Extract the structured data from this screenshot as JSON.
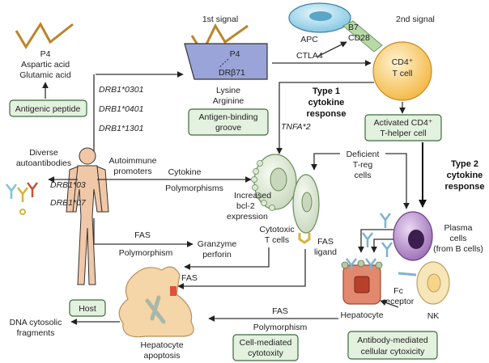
{
  "labels": {
    "p4_left": "P4",
    "aspartic": "Aspartic acid",
    "glutamic": "Glutamic acid",
    "first_signal": "1st signal",
    "p4_groove": "P4",
    "drb71": "DRβ71",
    "apc": "APC",
    "b7": "B7",
    "cd28": "CD28",
    "second_signal": "2nd signal",
    "ctla4": "CTLA4",
    "cd4": "CD4⁺",
    "tcell": "T cell",
    "drb1_0301": "DRB1*0301",
    "drb1_0401": "DRB1*0401",
    "drb1_1301": "DRB1*1301",
    "lysine": "Lysine",
    "arginine": "Arginine",
    "type1_a": "Type 1",
    "type1_b": "cytokine",
    "type1_c": "response",
    "tnfa2": "TNFA*2",
    "diverse": "Diverse",
    "autoantibodies": "autoantibodies",
    "autoimmune": "Autoimmune",
    "promoters": "promoters",
    "cytokine": "Cytokine",
    "polymorphisms": "Polymorphisms",
    "drb1_03": "DRB1*03",
    "drb1_07": "DRB1*07",
    "increased": "Increased",
    "bcl2": "bcl-2",
    "expression": "expression",
    "deficient": "Deficient",
    "treg": "T-reg",
    "cells": "cells",
    "type2_a": "Type 2",
    "type2_b": "cytokine",
    "type2_c": "response",
    "fas1": "FAS",
    "polymorphism1": "Polymorphism",
    "granzyme": "Granzyme",
    "perforin": "perforin",
    "cytotoxic": "Cytotoxic",
    "tcells": "T cells",
    "fas_ligand_a": "FAS",
    "fas_ligand_b": "ligand",
    "plasma_a": "Plasma",
    "plasma_b": "cells",
    "plasma_c": "(from B cells)",
    "fas2": "FAS",
    "fc_a": "Fc",
    "fc_b": "receptor",
    "nk": "NK",
    "fas3": "FAS",
    "polymorphism2": "Polymorphism",
    "hepatocyte": "Hepatocyte",
    "dna_a": "DNA cytosolic",
    "dna_b": "fragments",
    "hep_apop_a": "Hepatocyte",
    "hep_apop_b": "apoptosis"
  },
  "boxes": {
    "antigenic_peptide": "Antigenic peptide",
    "groove_a": "Antigen-binding",
    "groove_b": "groove",
    "activated_a": "Activated CD4⁺",
    "activated_b": "T-helper cell",
    "host": "Host",
    "cell_med_a": "Cell-mediated",
    "cell_med_b": "cytotoxity",
    "ab_med_a": "Antibody-mediated",
    "ab_med_b": "cellular cytoxicity"
  },
  "colors": {
    "box_fill": "#e3f1df",
    "box_stroke": "#3b6b3b",
    "peptide": "#b8862a",
    "groove": "#9aa4d8",
    "tcell": "#f6c560",
    "apc": "#9fd3ea",
    "cytotoxic": "#dde8d6",
    "plasma": "#b48ac8",
    "hepatocyte": "#e2886e",
    "nk": "#f8e6b8",
    "apoptosis": "#f4d6a8",
    "skin": "#f0c8a8"
  }
}
